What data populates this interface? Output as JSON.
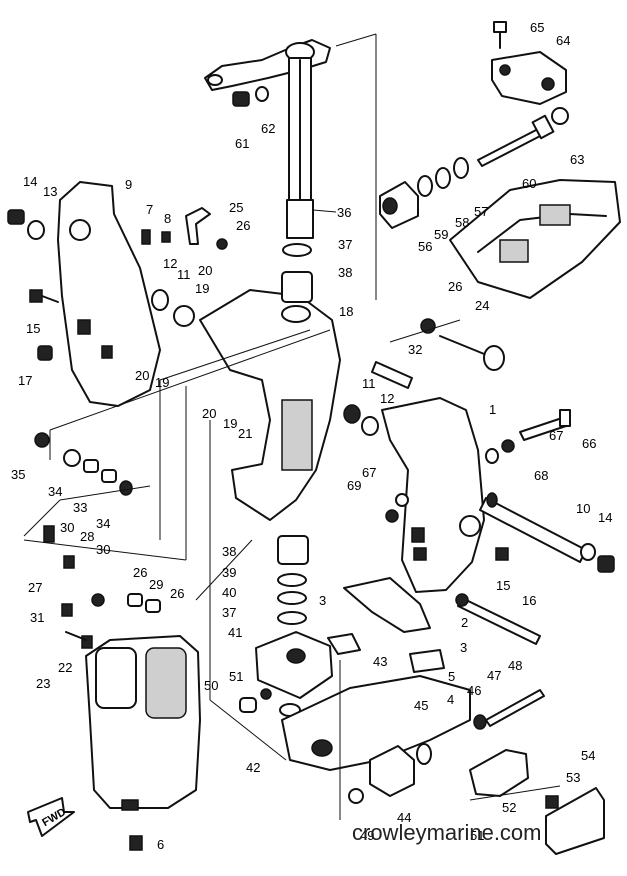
{
  "watermark": "crowleymarine.com",
  "fwd_label": "FWD",
  "callouts": [
    {
      "id": "c1",
      "text": "1"
    },
    {
      "id": "c2",
      "text": "2"
    },
    {
      "id": "c3a",
      "text": "3"
    },
    {
      "id": "c3b",
      "text": "3"
    },
    {
      "id": "c4",
      "text": "4"
    },
    {
      "id": "c5",
      "text": "5"
    },
    {
      "id": "c6",
      "text": "6"
    },
    {
      "id": "c7",
      "text": "7"
    },
    {
      "id": "c8",
      "text": "8"
    },
    {
      "id": "c9",
      "text": "9"
    },
    {
      "id": "c10",
      "text": "10"
    },
    {
      "id": "c11a",
      "text": "11"
    },
    {
      "id": "c11b",
      "text": "11"
    },
    {
      "id": "c12a",
      "text": "12"
    },
    {
      "id": "c12b",
      "text": "12"
    },
    {
      "id": "c13",
      "text": "13"
    },
    {
      "id": "c14a",
      "text": "14"
    },
    {
      "id": "c14b",
      "text": "14"
    },
    {
      "id": "c15a",
      "text": "15"
    },
    {
      "id": "c15b",
      "text": "15"
    },
    {
      "id": "c16",
      "text": "16"
    },
    {
      "id": "c17",
      "text": "17"
    },
    {
      "id": "c18",
      "text": "18"
    },
    {
      "id": "c19a",
      "text": "19"
    },
    {
      "id": "c19b",
      "text": "19"
    },
    {
      "id": "c19c",
      "text": "19"
    },
    {
      "id": "c20a",
      "text": "20"
    },
    {
      "id": "c20b",
      "text": "20"
    },
    {
      "id": "c20c",
      "text": "20"
    },
    {
      "id": "c21",
      "text": "21"
    },
    {
      "id": "c22",
      "text": "22"
    },
    {
      "id": "c23",
      "text": "23"
    },
    {
      "id": "c24",
      "text": "24"
    },
    {
      "id": "c25",
      "text": "25"
    },
    {
      "id": "c26a",
      "text": "26"
    },
    {
      "id": "c26b",
      "text": "26"
    },
    {
      "id": "c26c",
      "text": "26"
    },
    {
      "id": "c26d",
      "text": "26"
    },
    {
      "id": "c27",
      "text": "27"
    },
    {
      "id": "c28",
      "text": "28"
    },
    {
      "id": "c29",
      "text": "29"
    },
    {
      "id": "c30a",
      "text": "30"
    },
    {
      "id": "c30b",
      "text": "30"
    },
    {
      "id": "c31",
      "text": "31"
    },
    {
      "id": "c32",
      "text": "32"
    },
    {
      "id": "c33",
      "text": "33"
    },
    {
      "id": "c34a",
      "text": "34"
    },
    {
      "id": "c34b",
      "text": "34"
    },
    {
      "id": "c35",
      "text": "35"
    },
    {
      "id": "c36",
      "text": "36"
    },
    {
      "id": "c37a",
      "text": "37"
    },
    {
      "id": "c37b",
      "text": "37"
    },
    {
      "id": "c38a",
      "text": "38"
    },
    {
      "id": "c38b",
      "text": "38"
    },
    {
      "id": "c39",
      "text": "39"
    },
    {
      "id": "c40",
      "text": "40"
    },
    {
      "id": "c41",
      "text": "41"
    },
    {
      "id": "c42",
      "text": "42"
    },
    {
      "id": "c43",
      "text": "43"
    },
    {
      "id": "c44",
      "text": "44"
    },
    {
      "id": "c45",
      "text": "45"
    },
    {
      "id": "c46",
      "text": "46"
    },
    {
      "id": "c47",
      "text": "47"
    },
    {
      "id": "c48",
      "text": "48"
    },
    {
      "id": "c49",
      "text": "49"
    },
    {
      "id": "c50",
      "text": "50"
    },
    {
      "id": "c51a",
      "text": "51"
    },
    {
      "id": "c51b",
      "text": "51"
    },
    {
      "id": "c52",
      "text": "52"
    },
    {
      "id": "c53",
      "text": "53"
    },
    {
      "id": "c54",
      "text": "54"
    },
    {
      "id": "c56",
      "text": "56"
    },
    {
      "id": "c57",
      "text": "57"
    },
    {
      "id": "c58",
      "text": "58"
    },
    {
      "id": "c59",
      "text": "59"
    },
    {
      "id": "c60",
      "text": "60"
    },
    {
      "id": "c61",
      "text": "61"
    },
    {
      "id": "c62",
      "text": "62"
    },
    {
      "id": "c63",
      "text": "63"
    },
    {
      "id": "c64",
      "text": "64"
    },
    {
      "id": "c65",
      "text": "65"
    },
    {
      "id": "c66",
      "text": "66"
    },
    {
      "id": "c67a",
      "text": "67"
    },
    {
      "id": "c67b",
      "text": "67"
    },
    {
      "id": "c68",
      "text": "68"
    },
    {
      "id": "c69",
      "text": "69"
    }
  ]
}
